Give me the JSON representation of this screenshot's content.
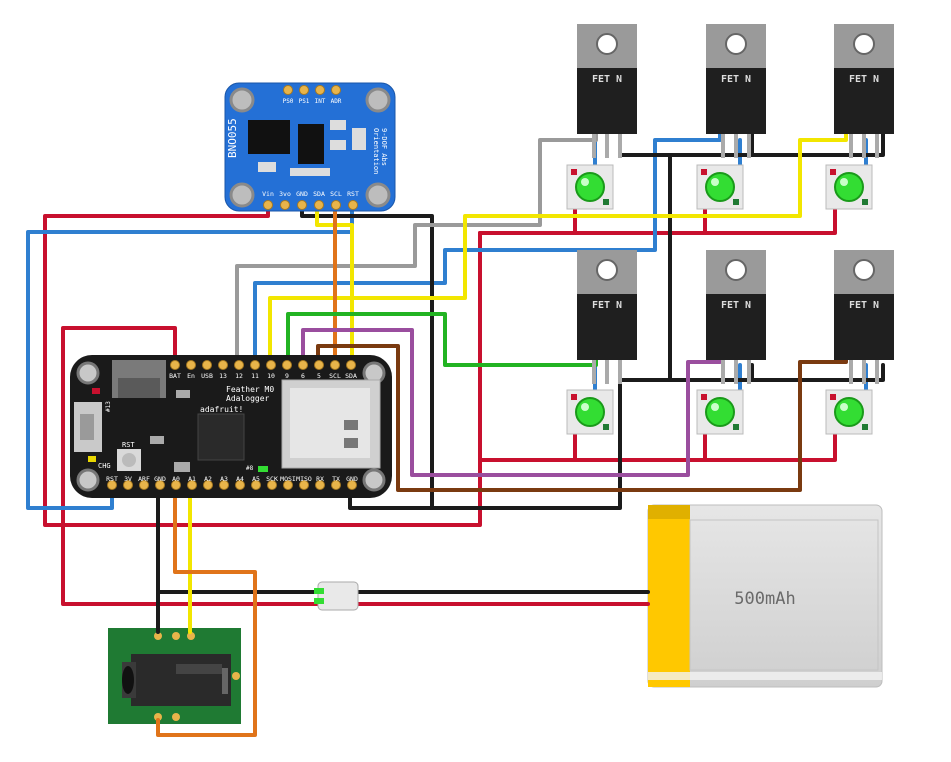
{
  "colors": {
    "red": "#c8102e",
    "blue": "#2f7fd0",
    "black": "#1b1b1b",
    "gray": "#9a9a9a",
    "yellow": "#f2e600",
    "green": "#22b322",
    "purple": "#9a4e9e",
    "brown": "#7a3a10",
    "orange": "#e0741a",
    "board_blue": "#2470d6",
    "board_black": "#1a1a1a",
    "pcb_green": "#1f7a33",
    "battery_yellow": "#ffc800",
    "battery_silver": "#d7d7d7"
  },
  "sensor": {
    "name": "BNO055",
    "top_pins": [
      "PS0",
      "PS1",
      "INT",
      "ADR"
    ],
    "bottom_pins": [
      "Vin",
      "3vo",
      "GND",
      "SDA",
      "SCL",
      "RST"
    ],
    "side_label_1": "9-DOF Abs",
    "side_label_2": "Orientation"
  },
  "feather": {
    "title_1": "Feather M0",
    "title_2": "Adalogger",
    "brand": "adafruit!",
    "top_pins": [
      "BAT",
      "En",
      "USB",
      "13",
      "12",
      "11",
      "10",
      "9",
      "6",
      "5",
      "SCL",
      "SDA"
    ],
    "bottom_pins": [
      "RST",
      "3V",
      "ARF",
      "GND",
      "A0",
      "A1",
      "A2",
      "A3",
      "A4",
      "A5",
      "SCK",
      "MOSI",
      "MISO",
      "RX",
      "TX",
      "GND"
    ],
    "rst_label": "RST",
    "chg_label": "CHG",
    "pin8_label": "#8",
    "pin13_label": "#13"
  },
  "mosfets": {
    "label": "FET N",
    "count": 6
  },
  "battery": {
    "capacity": "500mAh"
  },
  "audio_jack": {
    "type": "3.5mm jack breakout"
  }
}
